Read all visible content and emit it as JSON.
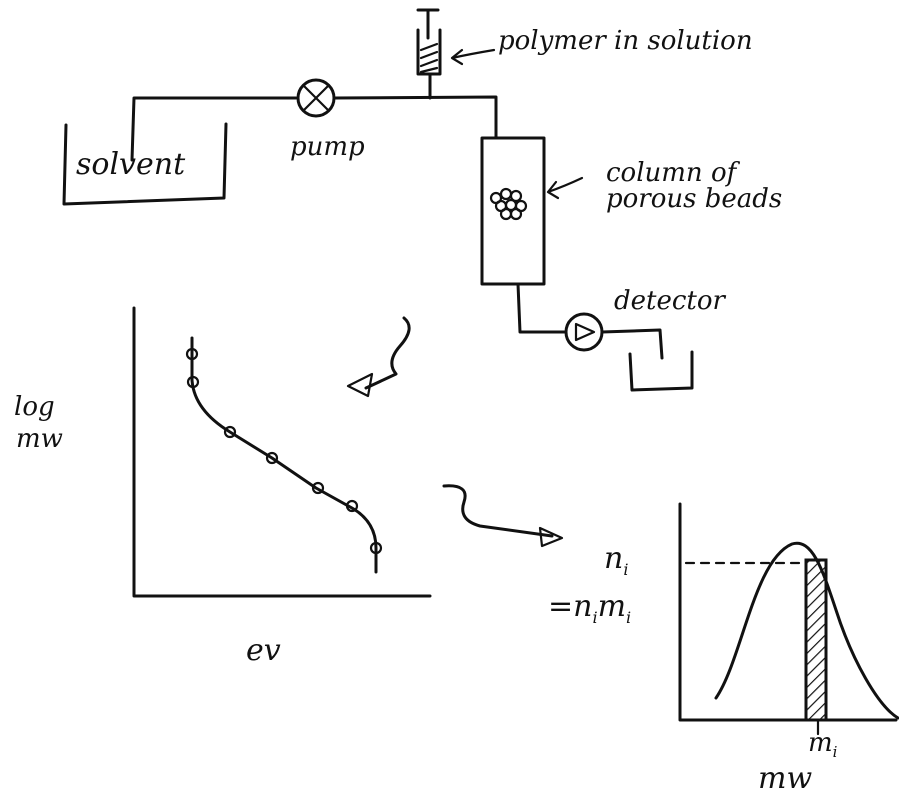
{
  "labels": {
    "polymer_in_solution": "polymer in solution",
    "pump": "pump",
    "solvent": "solvent",
    "column_line1": "column of",
    "column_line2": "porous beads",
    "detector": "detector",
    "log_mw_line1": "log",
    "log_mw_line2": "mw",
    "ev": "ev",
    "n_i": "n",
    "n_i_sub": "i",
    "n_i_m_i_prefix": "=n",
    "n_i_m_i_sub1": "i",
    "n_i_m_i_m": "m",
    "n_i_m_i_sub2": "i",
    "m_i": "m",
    "m_i_sub": "i",
    "mw": "mw"
  },
  "colors": {
    "ink": "#111111",
    "paper": "#ffffff"
  },
  "calibration_curve": {
    "points_count": 7
  },
  "distribution": {
    "shape": "bell-curve",
    "highlighted_slice": "hatched bar at m_i"
  }
}
